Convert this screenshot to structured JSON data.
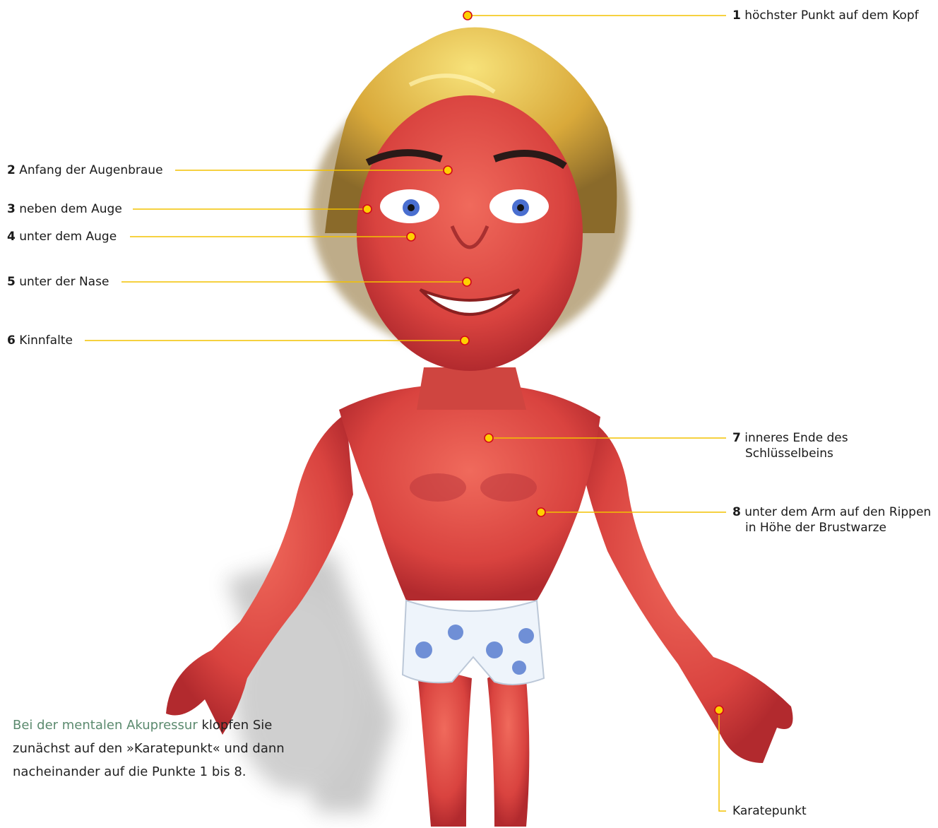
{
  "colors": {
    "line": "#f3c200",
    "dot_fill": "#ffd000",
    "dot_stroke": "#d10a1a",
    "accent_text": "#5b8a6e"
  },
  "points": [
    {
      "num": "1",
      "text": "höchster Punkt auf dem Kopf"
    },
    {
      "num": "2",
      "text": "Anfang der Augenbraue"
    },
    {
      "num": "3",
      "text": "neben dem Auge"
    },
    {
      "num": "4",
      "text": "unter dem Auge"
    },
    {
      "num": "5",
      "text": "unter der Nase"
    },
    {
      "num": "6",
      "text": "Kinnfalte"
    },
    {
      "num": "7",
      "text": "inneres Ende des",
      "text2": "Schlüsselbeins"
    },
    {
      "num": "8",
      "text": "unter dem Arm auf den Rippen",
      "text2": "in Höhe der Brustwarze"
    }
  ],
  "karate_label": "Karatepunkt",
  "caption": {
    "accent": "Bei der mentalen Akupressur",
    "rest": " klopfen Sie zunächst auf den »Karatepunkt« und dann nacheinander auf die Punkte 1 bis 8."
  }
}
